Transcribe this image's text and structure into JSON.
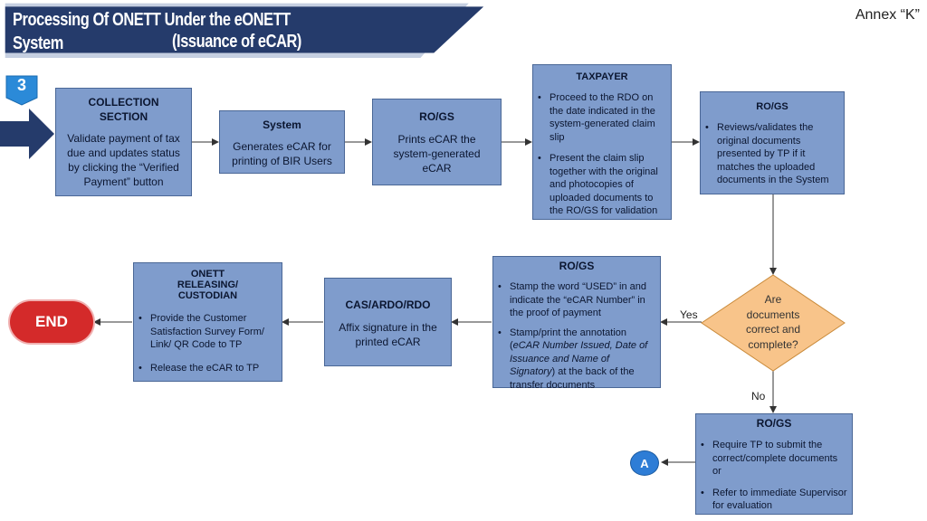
{
  "header": {
    "title_line1": "Processing Of ONETT Under the eONETT",
    "title_line2_left": "System",
    "title_line2_right": "(Issuance of eCAR)",
    "annex": "Annex “K”"
  },
  "step_badge": "3",
  "boxes": {
    "collection": {
      "title_line1": "COLLECTION",
      "title_line2": "SECTION",
      "text": "Validate payment of tax due and updates status by clicking the “Verified Payment” button"
    },
    "system": {
      "title": "System",
      "text": "Generates eCAR for printing of BIR Users"
    },
    "rogs_print": {
      "title": "RO/GS",
      "text": "Prints eCAR the system-generated eCAR"
    },
    "taxpayer": {
      "title": "TAXPAYER",
      "bullets": [
        "Proceed to the RDO on the date indicated in the system-generated claim slip",
        "Present the claim slip together with the original and photocopies of uploaded documents to the RO/GS for validation"
      ]
    },
    "rogs_review": {
      "title": "RO/GS",
      "bullets": [
        "Reviews/validates the original documents presented by TP if it matches the uploaded documents in the System"
      ]
    },
    "rogs_stamp": {
      "title": "RO/GS",
      "bullet1": "Stamp the word “USED” in and indicate the “eCAR Number” in the proof of payment",
      "bullet2_pre": "Stamp/print the annotation (",
      "bullet2_italic": "eCAR Number Issued, Date of Issuance and Name of Signatory",
      "bullet2_post": ") at the back of the transfer documents"
    },
    "cas": {
      "title": "CAS/ARDO/RDO",
      "text": "Affix signature in the printed eCAR"
    },
    "onett": {
      "title_line1": "ONETT",
      "title_line2": "RELEASING/",
      "title_line3": "CUSTODIAN",
      "bullets": [
        "Provide the Customer Satisfaction Survey Form/ Link/ QR Code to TP",
        "Release the eCAR to TP"
      ]
    },
    "rogs_require": {
      "title": "RO/GS",
      "bullets": [
        "Require TP to submit the correct/complete documents or",
        "Refer to immediate Supervisor for evaluation"
      ]
    }
  },
  "decision": {
    "line1": "Are",
    "line2": "documents",
    "line3": "correct and",
    "line4": "complete?"
  },
  "labels": {
    "yes": "Yes",
    "no": "No"
  },
  "end": "END",
  "connector": "A",
  "colors": {
    "box_fill": "#7f9ccc",
    "header_navy": "#253b6b",
    "diamond": "#f8c48a",
    "end_red": "#d42a2a",
    "connector_blue": "#2e7dd6"
  }
}
